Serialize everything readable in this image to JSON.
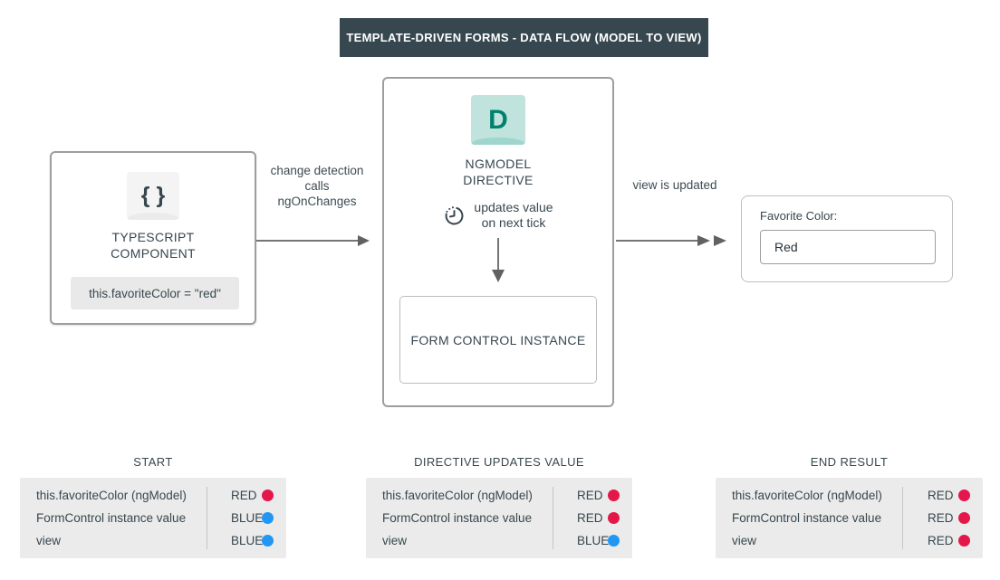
{
  "title": "TEMPLATE-DRIVEN FORMS - DATA FLOW (MODEL TO VIEW)",
  "left_box": {
    "icon_glyph": "{ }",
    "title_lines": [
      "TYPESCRIPT",
      "COMPONENT"
    ],
    "code": "this.favoriteColor = \"red\""
  },
  "arrow_left": {
    "label_lines": [
      "change detection",
      "calls",
      "ngOnChanges"
    ]
  },
  "middle_box": {
    "icon_glyph": "D",
    "title_lines": [
      "NGMODEL",
      "DIRECTIVE"
    ],
    "note_lines": [
      "updates value",
      "on next tick"
    ],
    "inner_box_label": "FORM CONTROL INSTANCE"
  },
  "arrow_right": {
    "label": "view is updated"
  },
  "right_box": {
    "field_label": "Favorite Color:",
    "input_value": "Red"
  },
  "tables": [
    {
      "title": "START",
      "rows": [
        {
          "label": "this.favoriteColor (ngModel)",
          "value": "RED",
          "dot_color": "#e4174a"
        },
        {
          "label": "FormControl instance value",
          "value": "BLUE",
          "dot_color": "#2196f3"
        },
        {
          "label": "view",
          "value": "BLUE",
          "dot_color": "#2196f3"
        }
      ]
    },
    {
      "title": "DIRECTIVE UPDATES VALUE",
      "rows": [
        {
          "label": "this.favoriteColor (ngModel)",
          "value": "RED",
          "dot_color": "#e4174a"
        },
        {
          "label": "FormControl instance value",
          "value": "RED",
          "dot_color": "#e4174a"
        },
        {
          "label": "view",
          "value": "BLUE",
          "dot_color": "#2196f3"
        }
      ]
    },
    {
      "title": "END RESULT",
      "rows": [
        {
          "label": "this.favoriteColor (ngModel)",
          "value": "RED",
          "dot_color": "#e4174a"
        },
        {
          "label": "FormControl instance value",
          "value": "RED",
          "dot_color": "#e4174a"
        },
        {
          "label": "view",
          "value": "RED",
          "dot_color": "#e4174a"
        }
      ]
    }
  ],
  "colors": {
    "header_bg": "#37474f",
    "text": "#37474f",
    "arrow": "#757575",
    "red": "#e4174a",
    "blue": "#2196f3",
    "teal_icon_bg": "#c0e3de",
    "teal_icon_text": "#00816e",
    "table_bg": "#ebebeb"
  }
}
